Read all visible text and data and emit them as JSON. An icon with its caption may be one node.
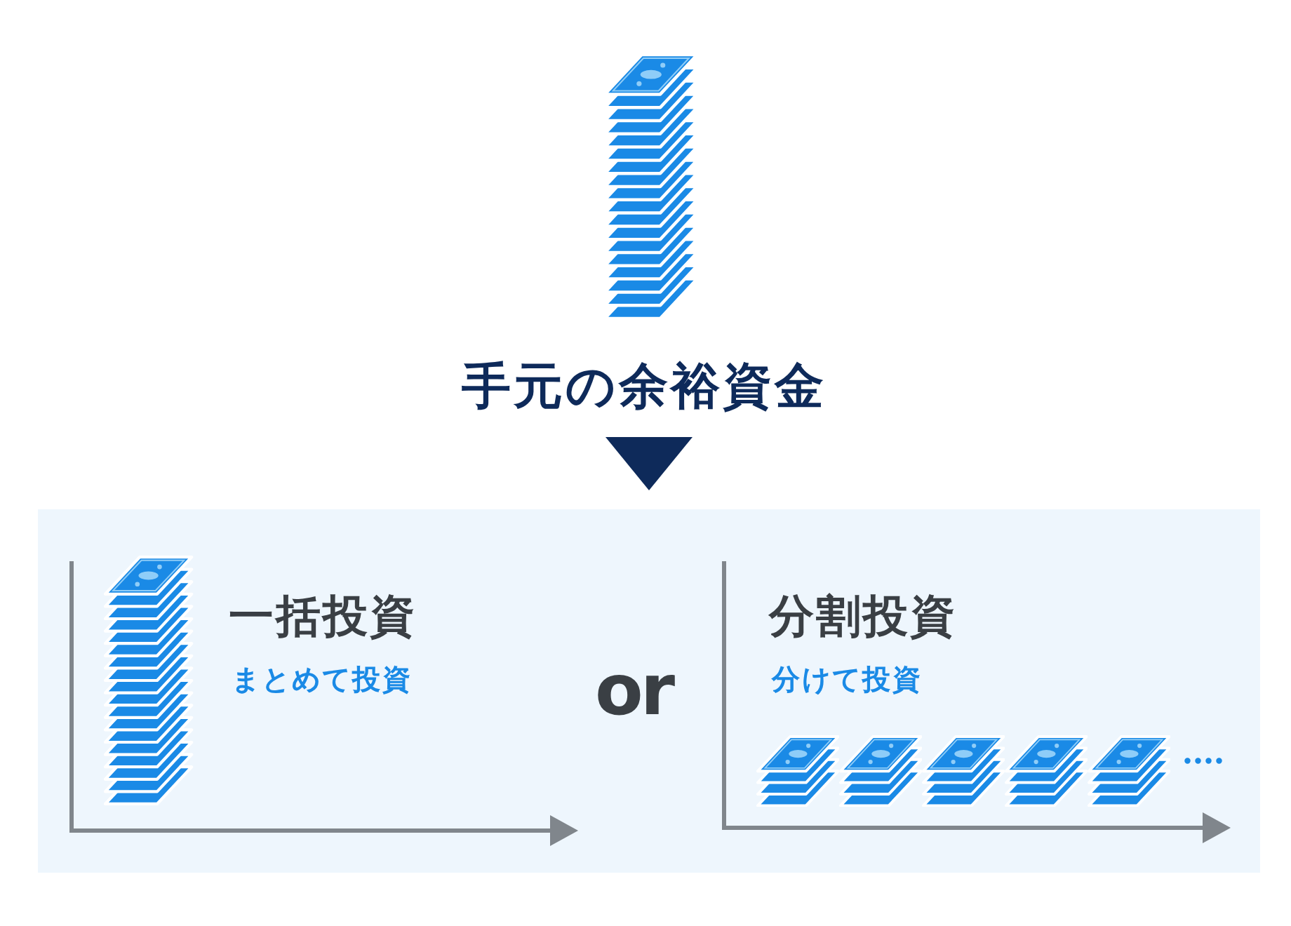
{
  "diagram": {
    "nodes": [
      {
        "text": [
          "手元の余裕資金"
        ]
      },
      {
        "text": [],
        "shape": "box"
      },
      {
        "text": [
          "一括投資",
          "まとめて投資"
        ],
        "in": 1
      },
      {
        "text": [
          "分割投資",
          "分けて投資"
        ],
        "in": 1
      }
    ],
    "edges": [
      {
        "from": 0,
        "to": 1,
        "arrow": "to"
      }
    ],
    "labels": [
      "or",
      "...."
    ]
  }
}
